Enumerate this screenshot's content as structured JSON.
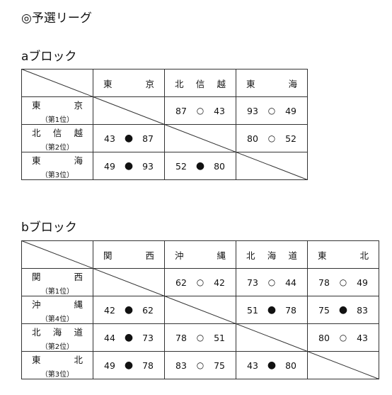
{
  "title": "◎予選リーグ",
  "blocks": [
    {
      "name": "aブロック",
      "headers": [
        "東京",
        "北信越",
        "東海"
      ],
      "rows": [
        {
          "team": "東京",
          "rank": "（第1位）",
          "cells": [
            null,
            {
              "a": "87",
              "m": "○",
              "b": "43"
            },
            {
              "a": "93",
              "m": "○",
              "b": "49"
            }
          ]
        },
        {
          "team": "北信越",
          "rank": "（第2位）",
          "cells": [
            {
              "a": "43",
              "m": "●",
              "b": "87"
            },
            null,
            {
              "a": "80",
              "m": "○",
              "b": "52"
            }
          ]
        },
        {
          "team": "東海",
          "rank": "（第3位）",
          "cells": [
            {
              "a": "49",
              "m": "●",
              "b": "93"
            },
            {
              "a": "52",
              "m": "●",
              "b": "80"
            },
            null
          ]
        }
      ]
    },
    {
      "name": "bブロック",
      "headers": [
        "関西",
        "沖縄",
        "北海道",
        "東北"
      ],
      "rows": [
        {
          "team": "関西",
          "rank": "（第1位）",
          "cells": [
            null,
            {
              "a": "62",
              "m": "○",
              "b": "42"
            },
            {
              "a": "73",
              "m": "○",
              "b": "44"
            },
            {
              "a": "78",
              "m": "○",
              "b": "49"
            }
          ]
        },
        {
          "team": "沖縄",
          "rank": "（第4位）",
          "cells": [
            {
              "a": "42",
              "m": "●",
              "b": "62"
            },
            null,
            {
              "a": "51",
              "m": "●",
              "b": "78"
            },
            {
              "a": "75",
              "m": "●",
              "b": "83"
            }
          ]
        },
        {
          "team": "北海道",
          "rank": "（第2位）",
          "cells": [
            {
              "a": "44",
              "m": "●",
              "b": "73"
            },
            {
              "a": "78",
              "m": "○",
              "b": "51"
            },
            null,
            {
              "a": "80",
              "m": "○",
              "b": "43"
            }
          ]
        },
        {
          "team": "東北",
          "rank": "（第3位）",
          "cells": [
            {
              "a": "49",
              "m": "●",
              "b": "78"
            },
            {
              "a": "83",
              "m": "○",
              "b": "75"
            },
            {
              "a": "43",
              "m": "●",
              "b": "80"
            },
            null
          ]
        }
      ]
    }
  ]
}
